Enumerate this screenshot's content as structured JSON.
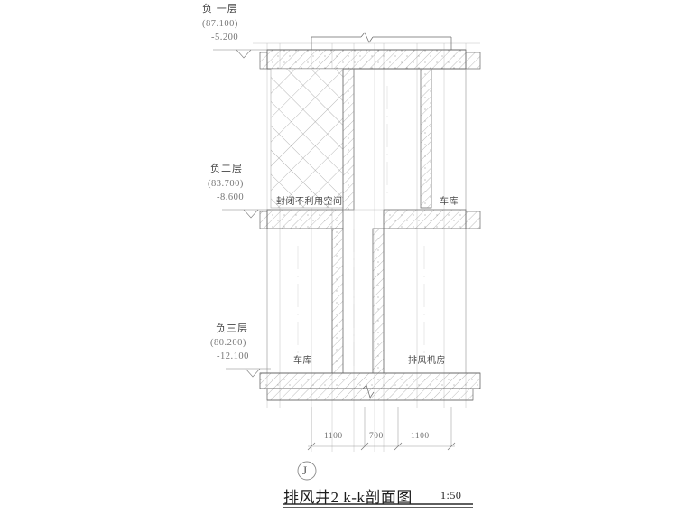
{
  "drawing": {
    "title": "排风井2  k-k剖面图",
    "scale": "1:50",
    "detail_tag": "J",
    "levels": [
      {
        "name": "负 一层",
        "absolute": "(87.100)",
        "relative": "-5.200"
      },
      {
        "name": "负二层",
        "absolute": "(83.700)",
        "relative": "-8.600"
      },
      {
        "name": "负三层",
        "absolute": "(80.200)",
        "relative": "-12.100"
      }
    ],
    "rooms": [
      {
        "label": "封闭不利用空间"
      },
      {
        "label": "车库"
      },
      {
        "label": "车库"
      },
      {
        "label": "排风机房"
      }
    ],
    "dimensions": {
      "chain": [
        "1100",
        "700",
        "1100"
      ]
    },
    "colors": {
      "line": "#6a6a6a",
      "thin_line": "#9a9a9a",
      "hatch": "#8f8f8f",
      "text": "#4a4a4a",
      "title": "#1c1c1c"
    }
  }
}
